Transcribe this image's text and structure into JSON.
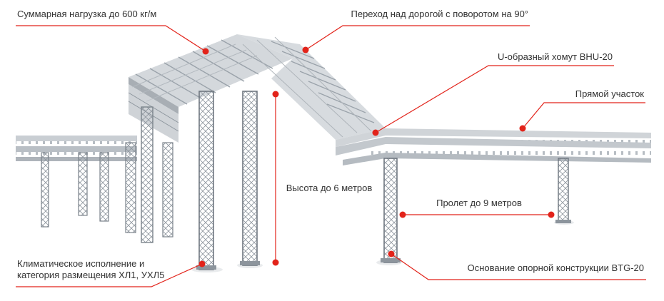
{
  "colors": {
    "accent": "#e2231a",
    "steel_light": "#c9ced3",
    "steel_mid": "#9aa2aa",
    "steel_dark": "#6f7780",
    "text": "#333333"
  },
  "labels": {
    "total_load": "Суммарная нагрузка до 600 кг/м",
    "road_crossing": "Переход над дорогой с поворотом на 90°",
    "u_clamp": "U-образный хомут BHU-20",
    "straight_section": "Прямой участок",
    "height": "Высота до 6 метров",
    "span": "Пролет до 9 метров",
    "climate_line1": "Климатическое исполнение и",
    "climate_line2": "категория размещения ХЛ1, УХЛ5",
    "base": "Основание опорной конструкции BTG-20"
  }
}
